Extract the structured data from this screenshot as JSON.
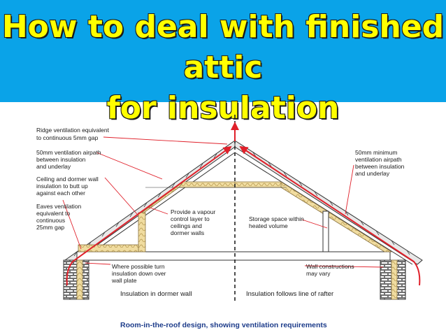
{
  "title": {
    "line1": "How to deal with finished attic",
    "line2": "for insulation"
  },
  "colors": {
    "banner": "#0aa3e8",
    "title": "#ffff00",
    "insulation": "#f0dca0",
    "arrow": "#e0202a",
    "caption": "#1d3c8a"
  },
  "labels": {
    "ridge": [
      "Ridge ventilation equivalent",
      "to continuous 5mm gap"
    ],
    "airpath_left": [
      "50mm ventilation airpath",
      "between insulation",
      "and underlay"
    ],
    "ceiling_dormer": [
      "Ceiling and dormer wall",
      "insulation to butt up",
      "against each other"
    ],
    "eaves": [
      "Eaves ventilation",
      "equivalent to",
      "continuous",
      "25mm gap"
    ],
    "vapour": [
      "Provide a vapour",
      "control layer to",
      "ceilings and",
      "dormer walls"
    ],
    "storage": [
      "Storage space within",
      "heated volume"
    ],
    "airpath_right": [
      "50mm minimum",
      "ventilation airpath",
      "between insulation",
      "and underlay"
    ],
    "turn_down": [
      "Where possible turn",
      "insulation down over",
      "wall plate"
    ],
    "wall_constructions": [
      "Wall constructions",
      "may vary"
    ],
    "bottom_left": "Insulation in dormer wall",
    "bottom_right": "Insulation follows line of rafter",
    "caption": "Room-in-the-roof design, showing ventilation requirements"
  }
}
